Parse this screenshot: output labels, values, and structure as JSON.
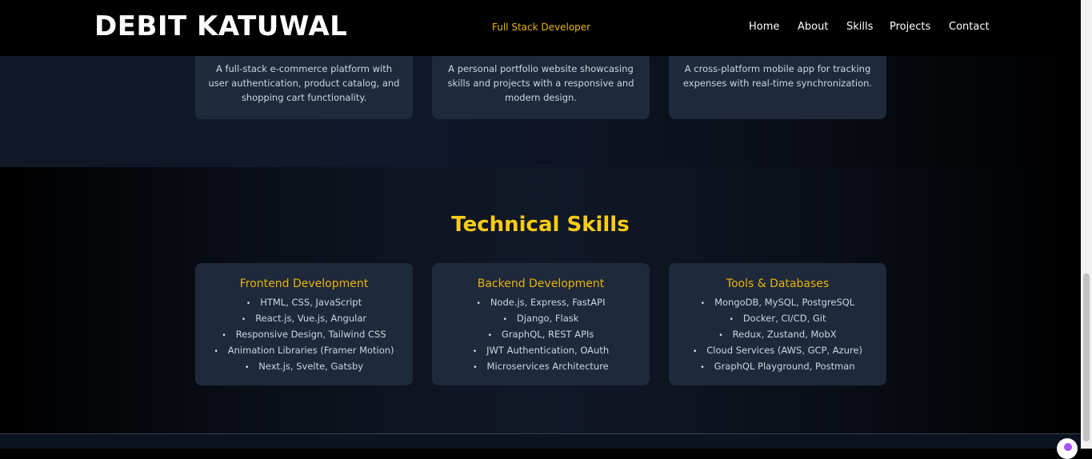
{
  "header": {
    "logo": "DEBIT KATUWAL",
    "tagline": "Full Stack Developer",
    "nav": [
      "Home",
      "About",
      "Skills",
      "Projects",
      "Contact"
    ]
  },
  "projects": [
    {
      "description": "A full-stack e-commerce platform with user authentication, product catalog, and shopping cart functionality."
    },
    {
      "description": "A personal portfolio website showcasing skills and projects with a responsive and modern design."
    },
    {
      "description": "A cross-platform mobile app for tracking expenses with real-time synchronization."
    }
  ],
  "skills": {
    "title": "Technical Skills",
    "categories": [
      {
        "title": "Frontend Development",
        "items": [
          "HTML, CSS, JavaScript",
          "React.js, Vue.js, Angular",
          "Responsive Design, Tailwind CSS",
          "Animation Libraries (Framer Motion)",
          "Next.js, Svelte, Gatsby"
        ]
      },
      {
        "title": "Backend Development",
        "items": [
          "Node.js, Express, FastAPI",
          "Django, Flask",
          "GraphQL, REST APIs",
          "JWT Authentication, OAuth",
          "Microservices Architecture"
        ]
      },
      {
        "title": "Tools & Databases",
        "items": [
          "MongoDB, MySQL, PostgreSQL",
          "Docker, CI/CD, Git",
          "Redux, Zustand, MobX",
          "Cloud Services (AWS, GCP, Azure)",
          "GraphQL Playground, Postman"
        ]
      }
    ]
  },
  "icons": {
    "bullet": "•"
  },
  "colors": {
    "accent": "#eab308",
    "card": "#1e293b"
  }
}
